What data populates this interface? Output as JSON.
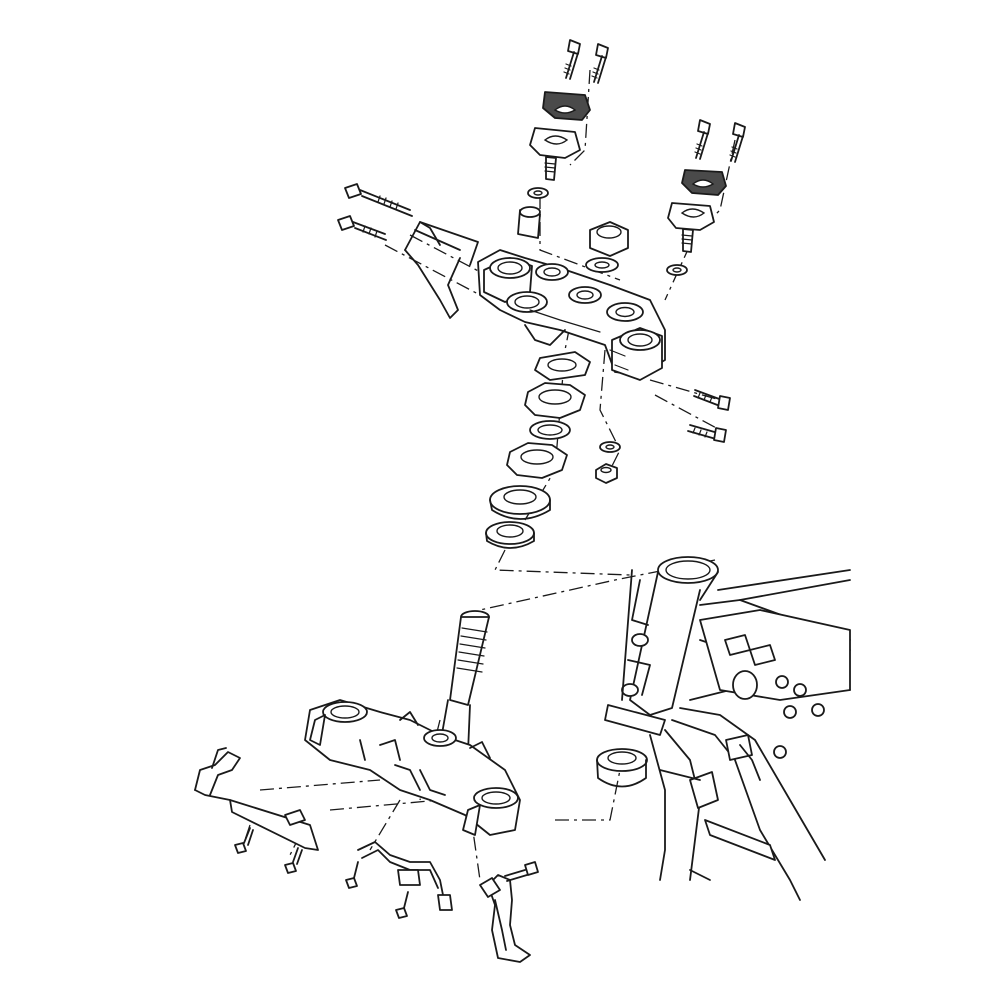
{
  "diagram": {
    "parts": [
      "handlebar-clamp-bolt",
      "handlebar-clamp-upper",
      "handlebar-clamp-lower",
      "riser-washer",
      "riser-bushing",
      "upper-triple-clamp",
      "steering-stem-nut",
      "lock-washer",
      "locknut",
      "bearing-upper",
      "bearing-lower",
      "steering-stem",
      "lower-triple-clamp",
      "frame-head-tube",
      "brake-hose-guide",
      "cable-guide-bracket",
      "hose-clamp"
    ],
    "colors": {
      "line": "#1a1a1a",
      "clamp_fill": "#4a4a4a",
      "background": "#ffffff"
    }
  }
}
